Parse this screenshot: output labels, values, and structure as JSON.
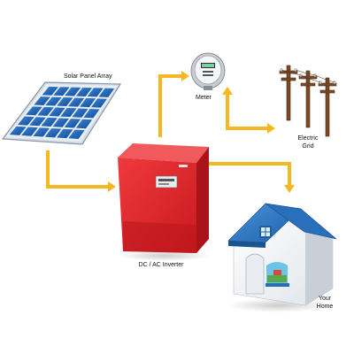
{
  "labels": {
    "solar_panel_array": "Solar Panel Array",
    "meter": "Meter",
    "electric_grid_line1": "Electric",
    "electric_grid_line2": "Grid",
    "inverter": "DC / AC Inverter",
    "home_line1": "Your",
    "home_line2": "Home"
  },
  "colors": {
    "arrow": "#f5b821",
    "inverter_body": "#e5242a",
    "panel_cell": "#1c5fb0",
    "roof": "#2d78c5"
  },
  "icons": [
    "solar-panel-icon",
    "meter-icon",
    "utility-pole-icon",
    "inverter-icon",
    "house-icon"
  ]
}
